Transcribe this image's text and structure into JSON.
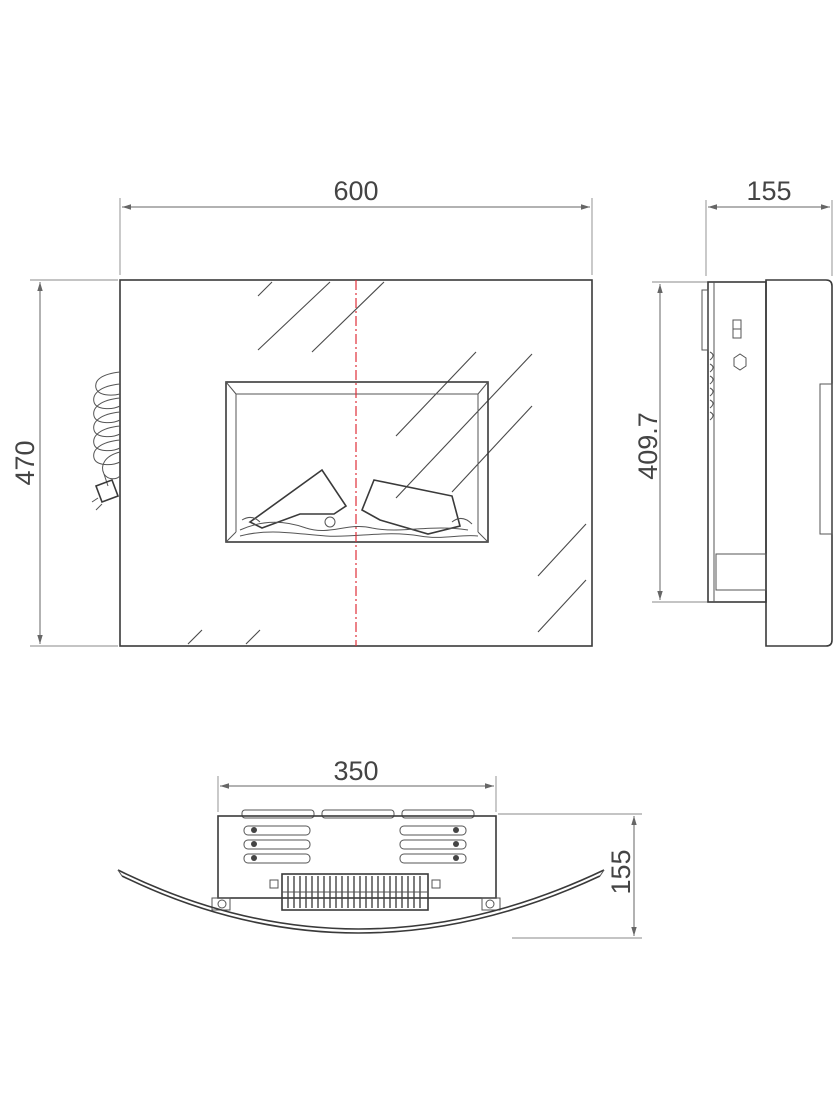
{
  "dimensions": {
    "front_width": "600",
    "front_height": "470",
    "side_depth": "155",
    "side_height": "409.7",
    "top_width": "350",
    "top_depth": "155"
  },
  "colors": {
    "line": "#3a3a3a",
    "centerline": "#e0303a"
  }
}
